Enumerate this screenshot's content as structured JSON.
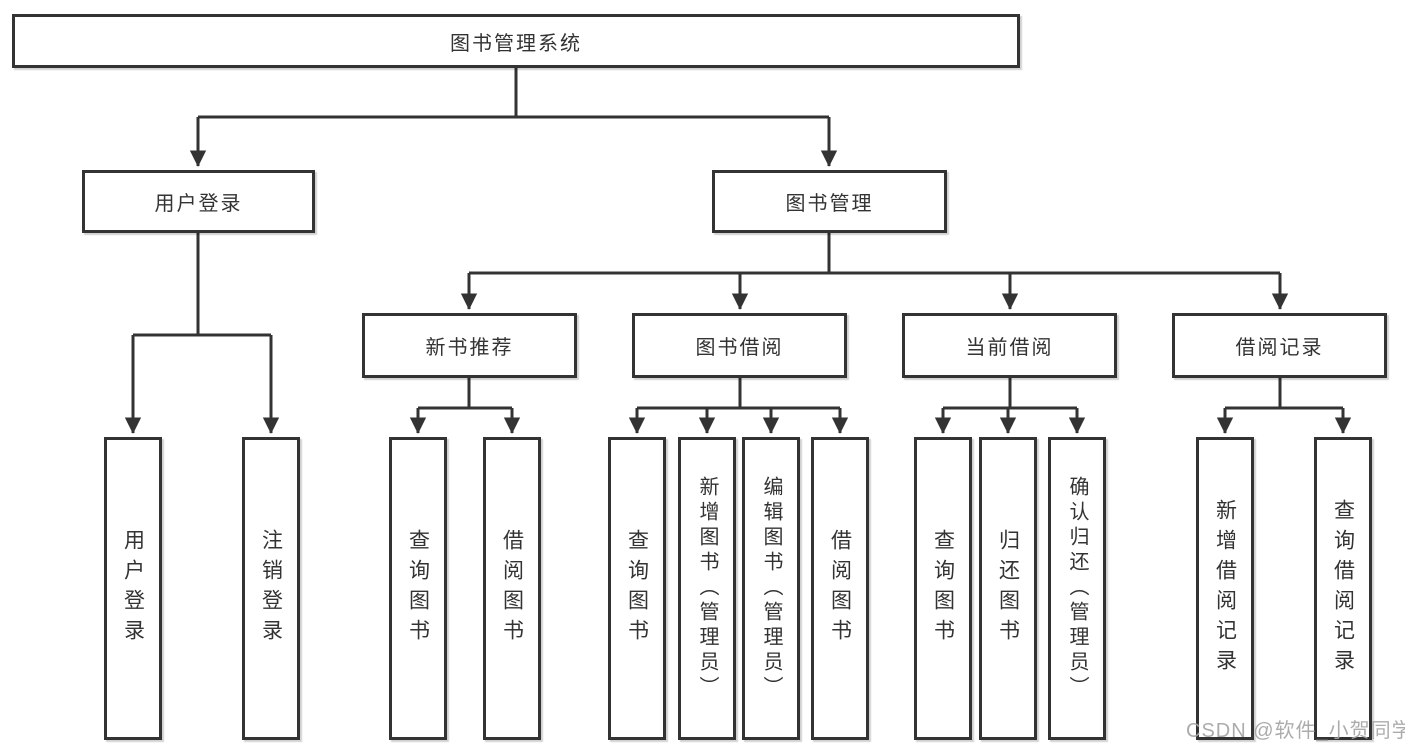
{
  "tree": {
    "root": {
      "label": "图书管理系统"
    },
    "level2": [
      {
        "label": "用户登录"
      },
      {
        "label": "图书管理"
      }
    ],
    "level3": [
      {
        "label": "新书推荐"
      },
      {
        "label": "图书借阅"
      },
      {
        "label": "当前借阅"
      },
      {
        "label": "借阅记录"
      }
    ],
    "leaves": [
      {
        "label": "用户登录"
      },
      {
        "label": "注销登录"
      },
      {
        "label": "查询图书"
      },
      {
        "label": "借阅图书"
      },
      {
        "label": "查询图书"
      },
      {
        "label": "新增图书（管理员）"
      },
      {
        "label": "编辑图书（管理员）"
      },
      {
        "label": "借阅图书"
      },
      {
        "label": "查询图书"
      },
      {
        "label": "归还图书"
      },
      {
        "label": "确认归还（管理员）"
      },
      {
        "label": "新增借阅记录"
      },
      {
        "label": "查询借阅记录"
      }
    ]
  },
  "watermark": {
    "text": "CSDN @软件_小贺同学"
  },
  "colors": {
    "line": "#333333",
    "box_border": "#333333",
    "text": "#333333",
    "watermark": "#a5a5a5",
    "background": "#ffffff"
  }
}
